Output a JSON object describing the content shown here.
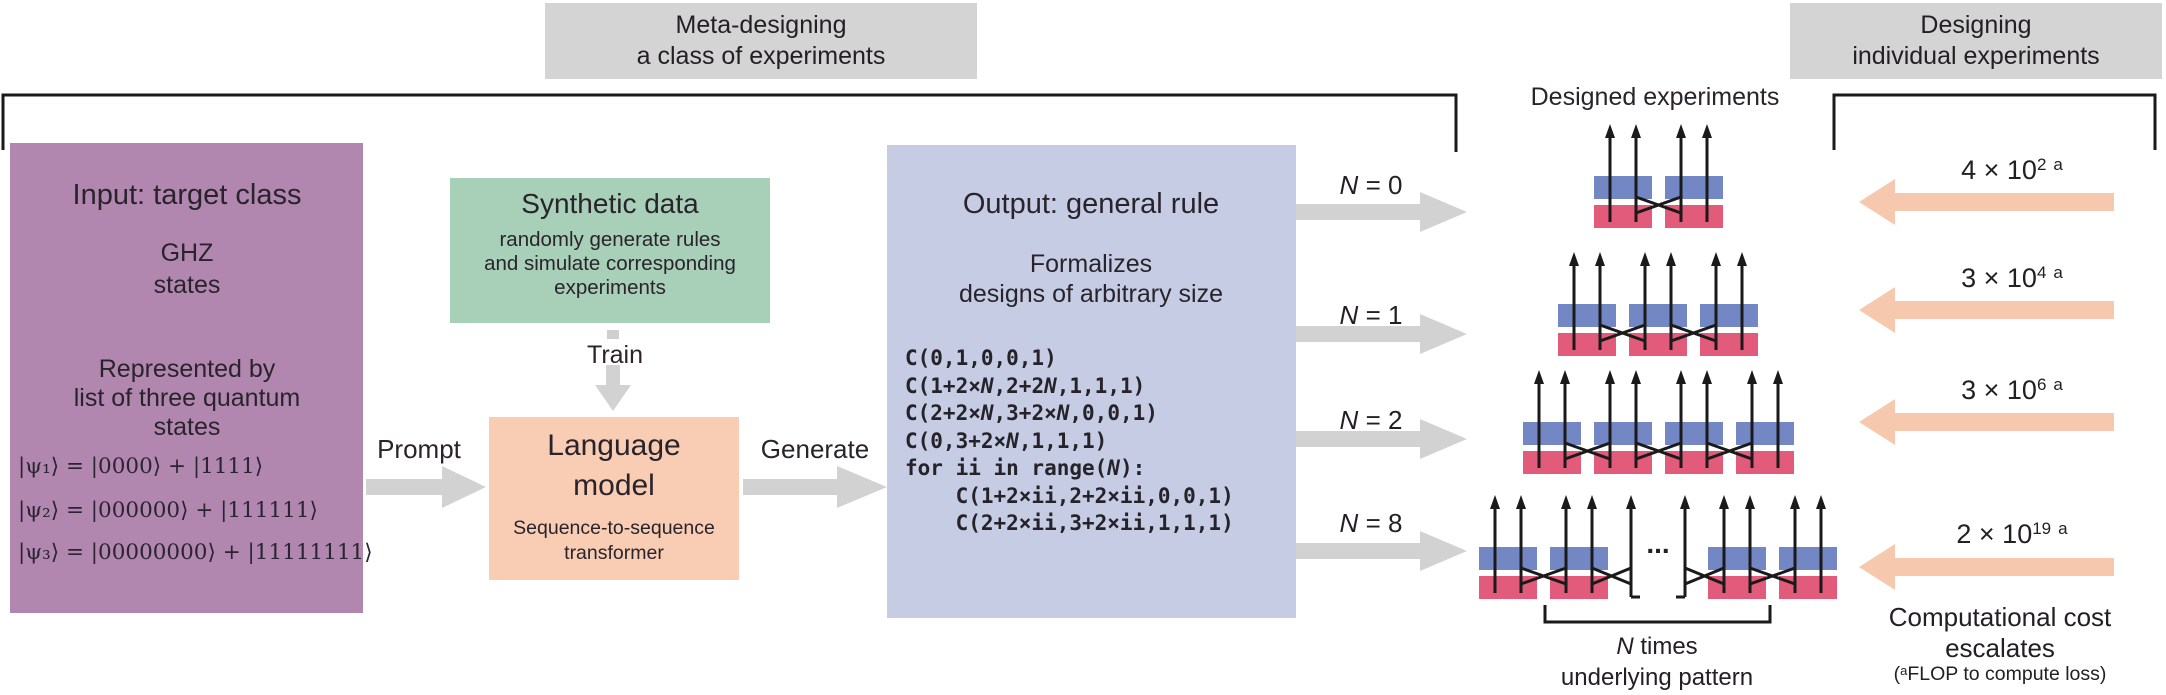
{
  "headers": {
    "meta": {
      "line1": "Meta-designing",
      "line2": "a class of experiments"
    },
    "individual": {
      "line1": "Designing",
      "line2": "individual experiments"
    }
  },
  "input_box": {
    "title": "Input: target class",
    "class_lines": [
      "GHZ",
      "states"
    ],
    "repr_lines": [
      "Represented by",
      "list of three quantum",
      "states"
    ],
    "kets": [
      "|ψ₁⟩ = |0000⟩ + |1111⟩",
      "|ψ₂⟩ = |000000⟩ + |111111⟩",
      "|ψ₃⟩ = |00000000⟩ + |11111111⟩"
    ]
  },
  "synthetic_box": {
    "title": "Synthetic data",
    "desc_lines": [
      "randomly generate rules",
      "and simulate corresponding",
      "experiments"
    ]
  },
  "flow_labels": {
    "train": "Train",
    "prompt": "Prompt",
    "generate": "Generate"
  },
  "model_box": {
    "title_lines": [
      "Language",
      "model"
    ],
    "subtitle_lines": [
      "Sequence-to-sequence",
      "transformer"
    ]
  },
  "output_box": {
    "title": "Output: general rule",
    "subtitle_lines": [
      "Formalizes",
      "designs of arbitrary size"
    ],
    "code_lines": [
      "C(0,1,0,0,1)",
      "C(1+2×N,2+2N,1,1,1)",
      "C(2+2×N,3+2×N,0,0,1)",
      "C(0,3+2×N,1,1,1)",
      "for ii in range(N):",
      "    C(1+2×ii,2+2×ii,0,0,1)",
      "    C(2+2×ii,3+2×ii,1,1,1)"
    ]
  },
  "designed_experiments_label": "Designed experiments",
  "rows": [
    {
      "n_var": "N",
      "n_eq": "= 0",
      "modules": 2,
      "ellipsis": false,
      "cost_base": "4 × 10",
      "cost_exp": "2",
      "cost_note": "a"
    },
    {
      "n_var": "N",
      "n_eq": "= 1",
      "modules": 3,
      "ellipsis": false,
      "cost_base": "3 × 10",
      "cost_exp": "4",
      "cost_note": "a"
    },
    {
      "n_var": "N",
      "n_eq": "= 2",
      "modules": 4,
      "ellipsis": false,
      "cost_base": "3 × 10",
      "cost_exp": "6",
      "cost_note": "a"
    },
    {
      "n_var": "N",
      "n_eq": "= 8",
      "modules": 4,
      "ellipsis": true,
      "ellipsis_text": "...",
      "cost_base": "2 × 10",
      "cost_exp": "19",
      "cost_note": "a"
    }
  ],
  "pattern_label": {
    "n_var": "N",
    "times": " times",
    "line2": "underlying pattern"
  },
  "cost_caption": {
    "line1": "Computational cost",
    "line2": "escalates",
    "note_pre": "(",
    "note_sup": "a",
    "note_rest": "FLOP to compute loss)"
  },
  "colors": {
    "purple": "#b287af",
    "green": "#a8cfb7",
    "salmon_box": "#f8cdb3",
    "blue_box": "#c5cce3",
    "header_gray": "#d4d4d4",
    "arrow_gray": "#d2d2d2",
    "arrow_salmon": "#f6c9ae",
    "module_blue": "#7287c4",
    "module_red": "#e25b7a",
    "wire_black": "#1a1a1a"
  }
}
